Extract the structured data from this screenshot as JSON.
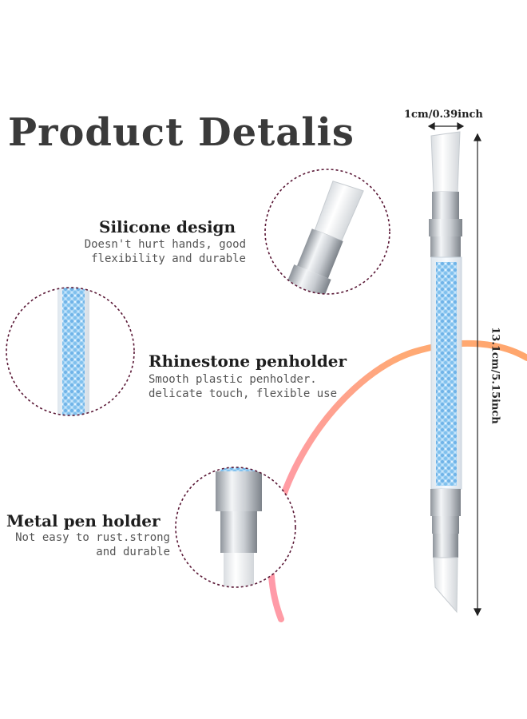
{
  "heading": "Product Detalis",
  "features": [
    {
      "title": "Silicone design",
      "desc_lines": [
        "Doesn't hurt hands, good",
        "flexibility and durable"
      ]
    },
    {
      "title": "Rhinestone penholder",
      "desc_lines": [
        "Smooth plastic penholder.",
        "delicate touch, flexible use"
      ]
    },
    {
      "title": "Metal pen holder",
      "desc_lines": [
        "Not easy to rust.strong",
        "and durable"
      ]
    }
  ],
  "dimensions": {
    "width_label": "1cm/0.39inch",
    "length_label": "13.1cm/5.15inch"
  },
  "colors": {
    "arc_orange": "#ff9a5a",
    "arc_pink": "#ff7f9a",
    "circle_outline": "#5a1836",
    "rhinestone": "#9fcff2",
    "metal": "#c8ccd2"
  }
}
